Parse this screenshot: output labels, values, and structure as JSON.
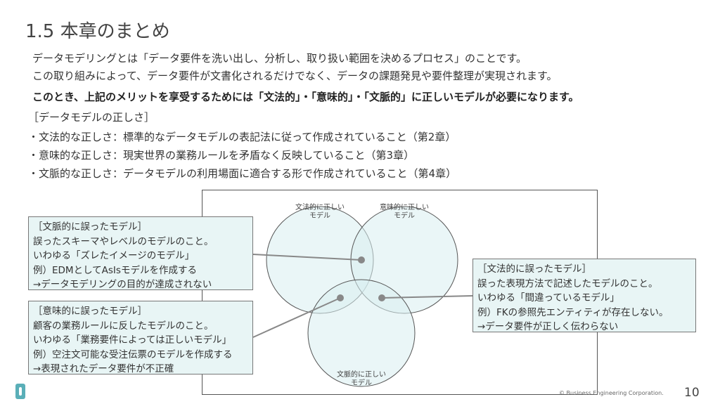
{
  "title": "1.5 本章のまとめ",
  "body": {
    "lines": [
      "データモデリングとは「データ要件を洗い出し、分析し、取り扱い範囲を決めるプロセス」のことです。",
      "この取り組みによって、データ要件が文書化されるだけでなく、データの課題発見や要件整理が実現されます。"
    ],
    "bold_line": "このとき、上記のメリットを享受するためには「文法的」・「意味的」・「文脈的」に正しいモデルが必要になります。",
    "section_heading": "［データモデルの正しさ］",
    "bullets": [
      "・文法的な正しさ：標準的なデータモデルの表記法に従って作成されていること（第2章）",
      "・意味的な正しさ：現実世界の業務ルールを矛盾なく反映していること（第3章）",
      "・文脈的な正しさ：データモデルの利用場面に適合する形で作成されていること（第4章）"
    ]
  },
  "diagram": {
    "circles": [
      {
        "line1": "文法的に正しい",
        "line2": "モデル"
      },
      {
        "line1": "意味的に正しい",
        "line2": "モデル"
      },
      {
        "line1": "文脈的に正しい",
        "line2": "モデル"
      }
    ],
    "callouts": {
      "contextual": [
        "［文脈的に誤ったモデル］",
        "誤ったスキーマやレベルのモデルのこと。",
        "いわゆる「ズレたイメージのモデル」",
        "例）EDMとしてAsIsモデルを作成する",
        "→データモデリングの目的が達成されない"
      ],
      "semantic": [
        "［意味的に誤ったモデル］",
        "顧客の業務ルールに反したモデルのこと。",
        "いわゆる「業務要件によっては正しいモデル」",
        "例）空注文可能な受注伝票のモデルを作成する",
        "→表現されたデータ要件が不正確"
      ],
      "grammatical": [
        "［文法的に誤ったモデル］",
        "誤った表現方法で記述したモデルのこと。",
        "いわゆる「間違っているモデル」",
        "例）FKの参照先エンティティが存在しない。",
        "→データ要件が正しく伝わらない"
      ]
    },
    "colors": {
      "circle_fill": "#d8eef0",
      "callout_fill": "#e8f5f5"
    }
  },
  "footer": {
    "copyright": "© Business Engineering Corporation.",
    "page_number": "10"
  }
}
